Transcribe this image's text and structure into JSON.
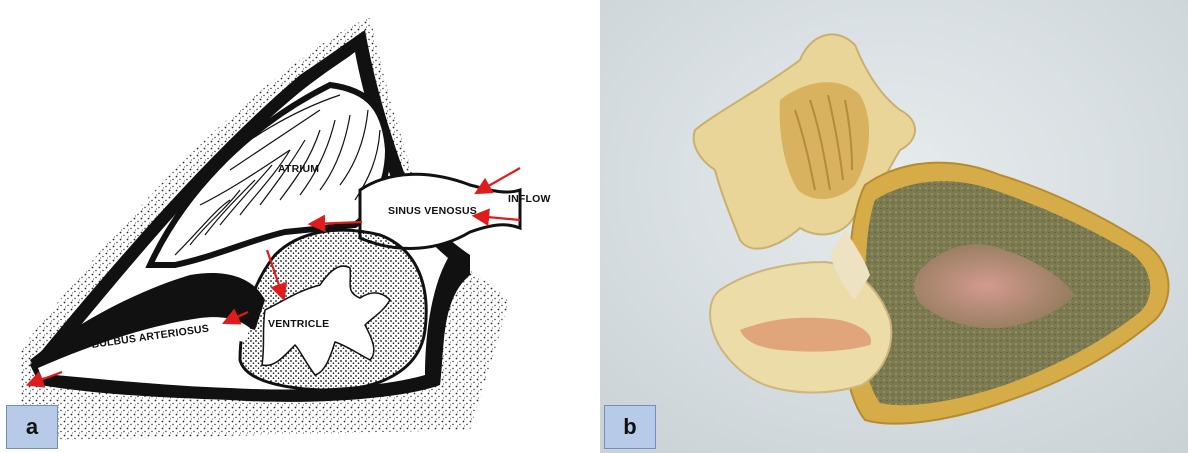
{
  "diagram": {
    "labels": {
      "atrium": "ATRIUM",
      "sinus_venosus": "SINUS VENOSUS",
      "inflow": "INFLOW",
      "ventricle": "VENTRICLE",
      "bulbus_arteriosus": "BULBUS ARTERIOSUS"
    },
    "panel_letter": "a",
    "arrow_color": "#e01b1b",
    "ink_color": "#111111"
  },
  "photo": {
    "panel_letter": "b",
    "colors": {
      "background": "#dde3e6",
      "tissue": "#e9d59a",
      "ventricle_wall": "#7c7a52",
      "lumen": "#c98f86",
      "rim": "#d1a741"
    }
  }
}
